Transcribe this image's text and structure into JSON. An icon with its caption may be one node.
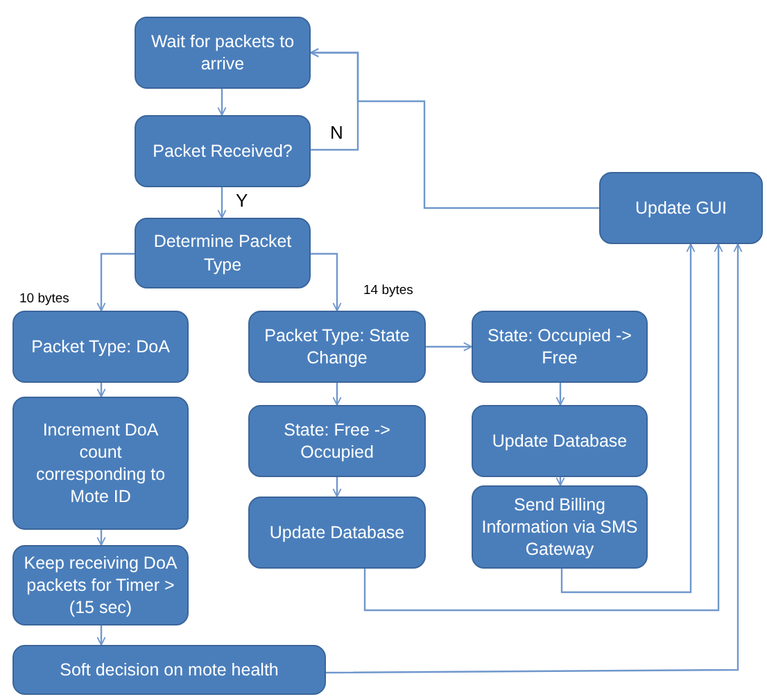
{
  "diagram": {
    "nodes": [
      {
        "text": [
          "Wait for packets to arrive"
        ]
      },
      {
        "text": [
          "Packet Received?"
        ]
      },
      {
        "text": [
          "Determine Packet Type"
        ]
      },
      {
        "text": [
          "Update GUI"
        ]
      },
      {
        "text": [
          "Packet Type: DoA"
        ]
      },
      {
        "text": [
          "Increment DoA count corresponding to Mote ID"
        ]
      },
      {
        "text": [
          "Keep receiving DoA packets for Timer > (15 sec)"
        ]
      },
      {
        "text": [
          "Soft decision on mote health"
        ]
      },
      {
        "text": [
          "Packet Type: State Change"
        ]
      },
      {
        "text": [
          "State: Free -> Occupied"
        ]
      },
      {
        "text": [
          "Update Database"
        ]
      },
      {
        "text": [
          "State: Occupied -> Free"
        ]
      },
      {
        "text": [
          "Update Database"
        ]
      },
      {
        "text": [
          "Send Billing Information via SMS Gateway"
        ]
      }
    ],
    "edges": [
      {
        "from": 0,
        "to": 1,
        "arrow": "to"
      },
      {
        "from": 1,
        "to": 0,
        "arrow": "to",
        "label": "N"
      },
      {
        "from": 1,
        "to": 2,
        "arrow": "to",
        "label": "Y"
      },
      {
        "from": 3,
        "to": 0,
        "arrow": "to"
      },
      {
        "from": 2,
        "to": 4,
        "arrow": "to",
        "label": "10 bytes"
      },
      {
        "from": 2,
        "to": 8,
        "arrow": "to",
        "label": "14 bytes"
      },
      {
        "from": 4,
        "to": 5,
        "arrow": "to"
      },
      {
        "from": 5,
        "to": 6,
        "arrow": "to"
      },
      {
        "from": 6,
        "to": 7,
        "arrow": "to"
      },
      {
        "from": 8,
        "to": 11,
        "arrow": "to"
      },
      {
        "from": 8,
        "to": 9,
        "arrow": "to"
      },
      {
        "from": 9,
        "to": 10,
        "arrow": "to"
      },
      {
        "from": 11,
        "to": 12,
        "arrow": "to"
      },
      {
        "from": 12,
        "to": 13,
        "arrow": "to"
      },
      {
        "from": 10,
        "to": 3,
        "arrow": "to"
      },
      {
        "from": 13,
        "to": 3,
        "arrow": "to"
      },
      {
        "from": 7,
        "to": 3,
        "arrow": "to"
      }
    ]
  }
}
